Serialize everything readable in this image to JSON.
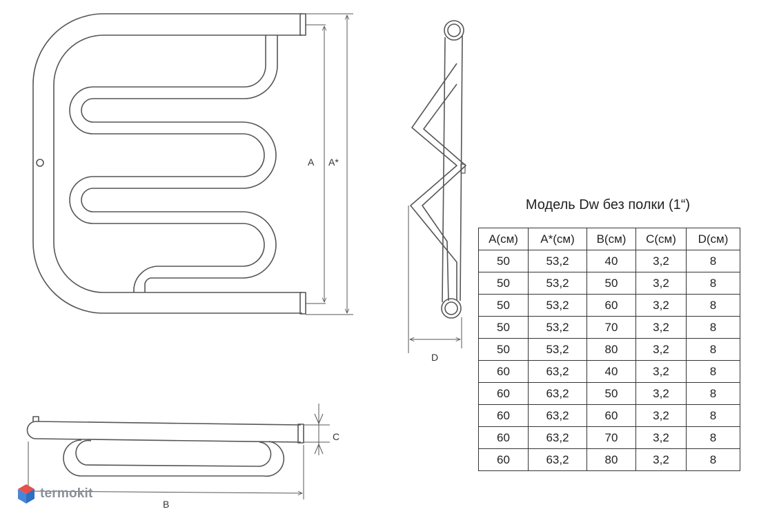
{
  "labels": {
    "a": "A",
    "a_star": "A*",
    "b": "B",
    "c": "C",
    "d": "D"
  },
  "table": {
    "title": "Модель Dw без полки (1“)",
    "headers": [
      "A(см)",
      "A*(см)",
      "B(см)",
      "C(см)",
      "D(см)"
    ],
    "rows": [
      [
        "50",
        "53,2",
        "40",
        "3,2",
        "8"
      ],
      [
        "50",
        "53,2",
        "50",
        "3,2",
        "8"
      ],
      [
        "50",
        "53,2",
        "60",
        "3,2",
        "8"
      ],
      [
        "50",
        "53,2",
        "70",
        "3,2",
        "8"
      ],
      [
        "50",
        "53,2",
        "80",
        "3,2",
        "8"
      ],
      [
        "60",
        "63,2",
        "40",
        "3,2",
        "8"
      ],
      [
        "60",
        "63,2",
        "50",
        "3,2",
        "8"
      ],
      [
        "60",
        "63,2",
        "60",
        "3,2",
        "8"
      ],
      [
        "60",
        "63,2",
        "70",
        "3,2",
        "8"
      ],
      [
        "60",
        "63,2",
        "80",
        "3,2",
        "8"
      ]
    ]
  },
  "logo": {
    "text": "termokit",
    "colors": {
      "top": "#e8504a",
      "left": "#4a86d8",
      "right": "#2f6fc4"
    }
  },
  "colors": {
    "line": "#555555",
    "text": "#222222"
  }
}
